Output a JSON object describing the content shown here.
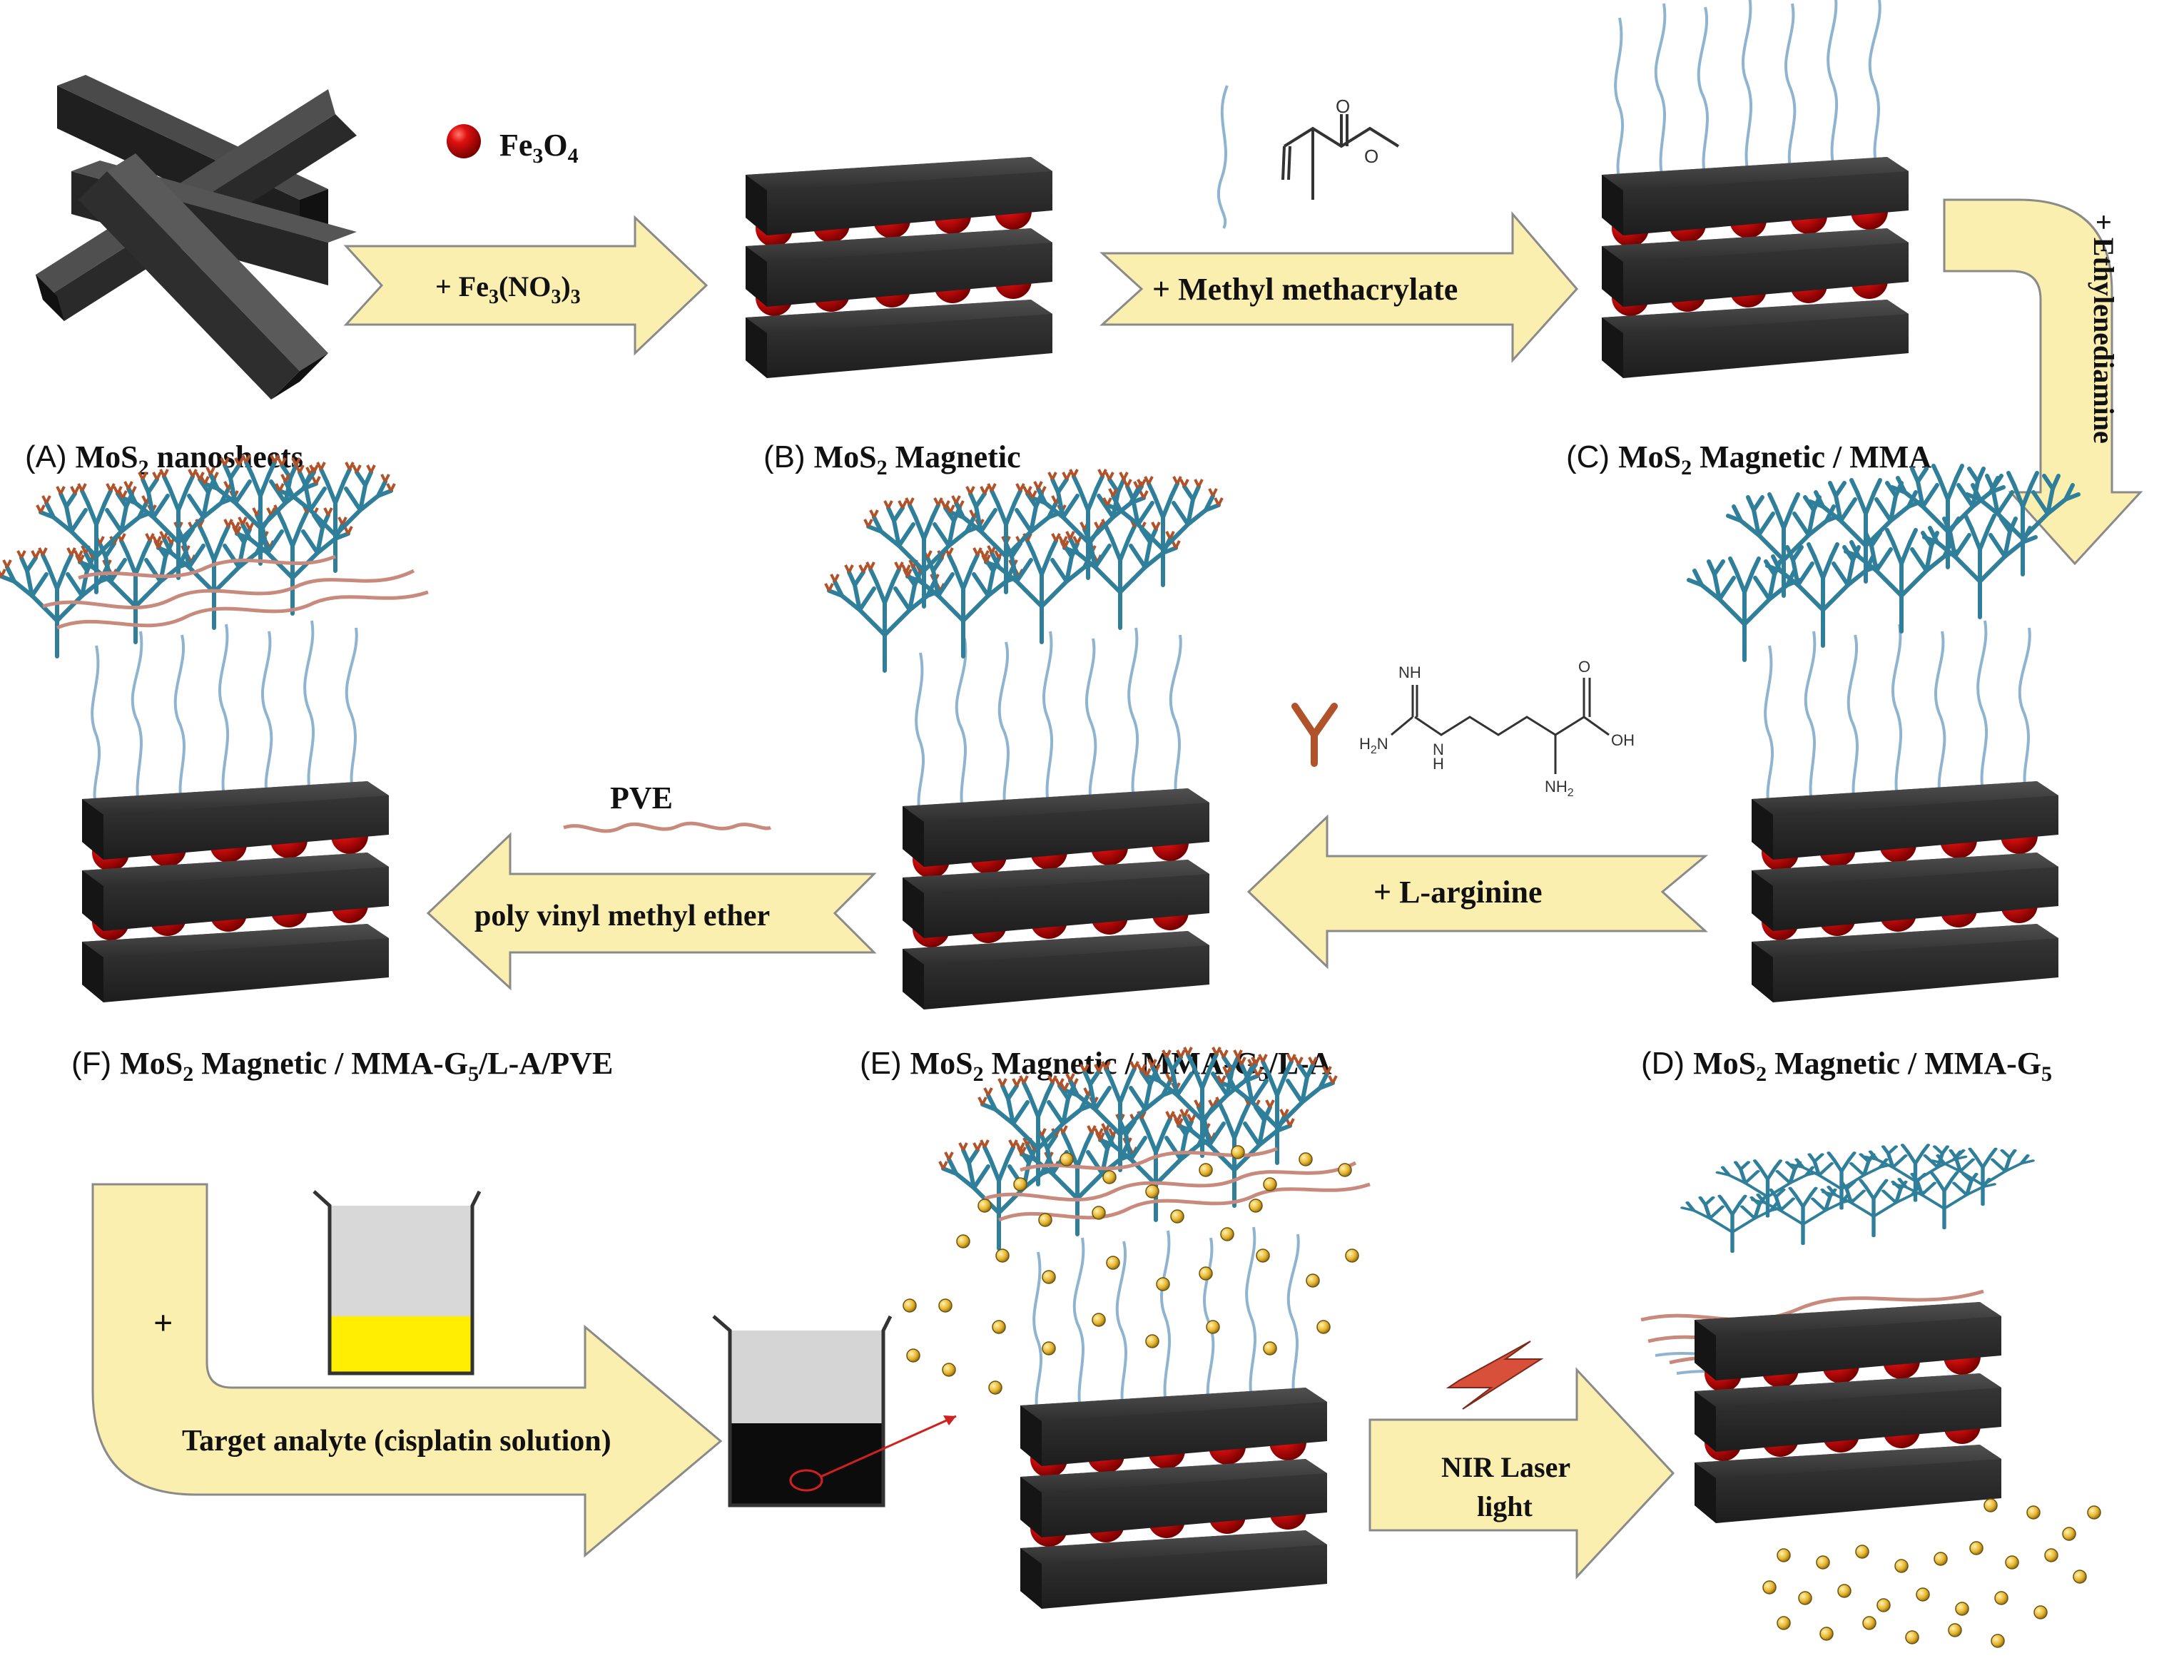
{
  "reagent_fe3o4": {
    "text": "Fe",
    "sub1": "3",
    "mid": "O",
    "sub2": "4"
  },
  "labels": {
    "A": {
      "prefix": "(A)",
      "text": "MoS",
      "sub": "2",
      "rest": " nanosheets"
    },
    "B": {
      "prefix": "(B)",
      "text": "MoS",
      "sub": "2",
      "rest": " Magnetic"
    },
    "C": {
      "prefix": "(C)",
      "text": "MoS",
      "sub": "2",
      "rest": " Magnetic / MMA"
    },
    "D": {
      "prefix": "(D)",
      "text": "MoS",
      "sub": "2",
      "rest": " Magnetic / MMA-G",
      "sub2": "5"
    },
    "E": {
      "prefix": "(E)",
      "text": "MoS",
      "sub": "2",
      "rest": " Magnetic / MMA-G",
      "sub2": "5",
      "rest2": "/L-A"
    },
    "F": {
      "prefix": "(F)",
      "text": "MoS",
      "sub": "2",
      "rest": " Magnetic / MMA-G",
      "sub2": "5",
      "rest2": "/L-A/PVE"
    }
  },
  "arrows": {
    "a1": {
      "text": "+ Fe",
      "sub1": "3",
      "mid": "(NO",
      "sub2": "3",
      "end": ")",
      "sub3": "3"
    },
    "a2": "+ Methyl methacrylate",
    "a3": "+ Ethylenediamine",
    "a4": "+ L-arginine",
    "a5": "poly vinyl methyl ether",
    "a6_plus": "+",
    "a6": "Target analyte (cisplatin solution)",
    "a7_line1": "NIR Laser",
    "a7_line2": "light"
  },
  "pve_label": "PVE",
  "chem_labels": {
    "nh": "NH",
    "h2n": "H",
    "h2n_sub": "2",
    "h2n_n": "N",
    "n_h": "N",
    "n_h2": "H",
    "o_top": "O",
    "oh": "OH",
    "nh2": "NH",
    "nh2_sub": "2",
    "mma_o1": "O",
    "mma_o2": "O"
  },
  "colors": {
    "sheet": "#2c2c2c",
    "sheet_top": "#3a3a3a",
    "fe3o4": "#c40000",
    "arrow_fill": "#fbefb0",
    "arrow_stroke": "#8a8a8a",
    "chain": "#8fb4cf",
    "dendrimer": "#2f7f9a",
    "arginine": "#b0522a",
    "pve": "#c98a7e",
    "drug": "#e0b030",
    "laser": "#d9503a",
    "beaker_solution": "#ffee00"
  }
}
